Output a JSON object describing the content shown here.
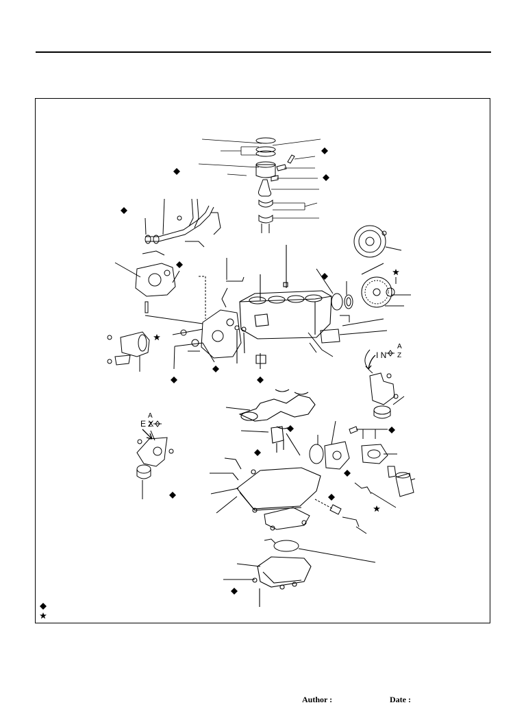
{
  "footer": {
    "author_label": "Author :",
    "date_label": "Date :"
  },
  "diagram": {
    "exhaust_engine_mounting_label": "E X",
    "intake_engine_mounting_label": "I N",
    "mounting_marker_top": "A",
    "mounting_marker_bottom": "Z",
    "legend": [
      {
        "symbol": "diamond-icon"
      },
      {
        "symbol": "star-icon"
      }
    ]
  }
}
